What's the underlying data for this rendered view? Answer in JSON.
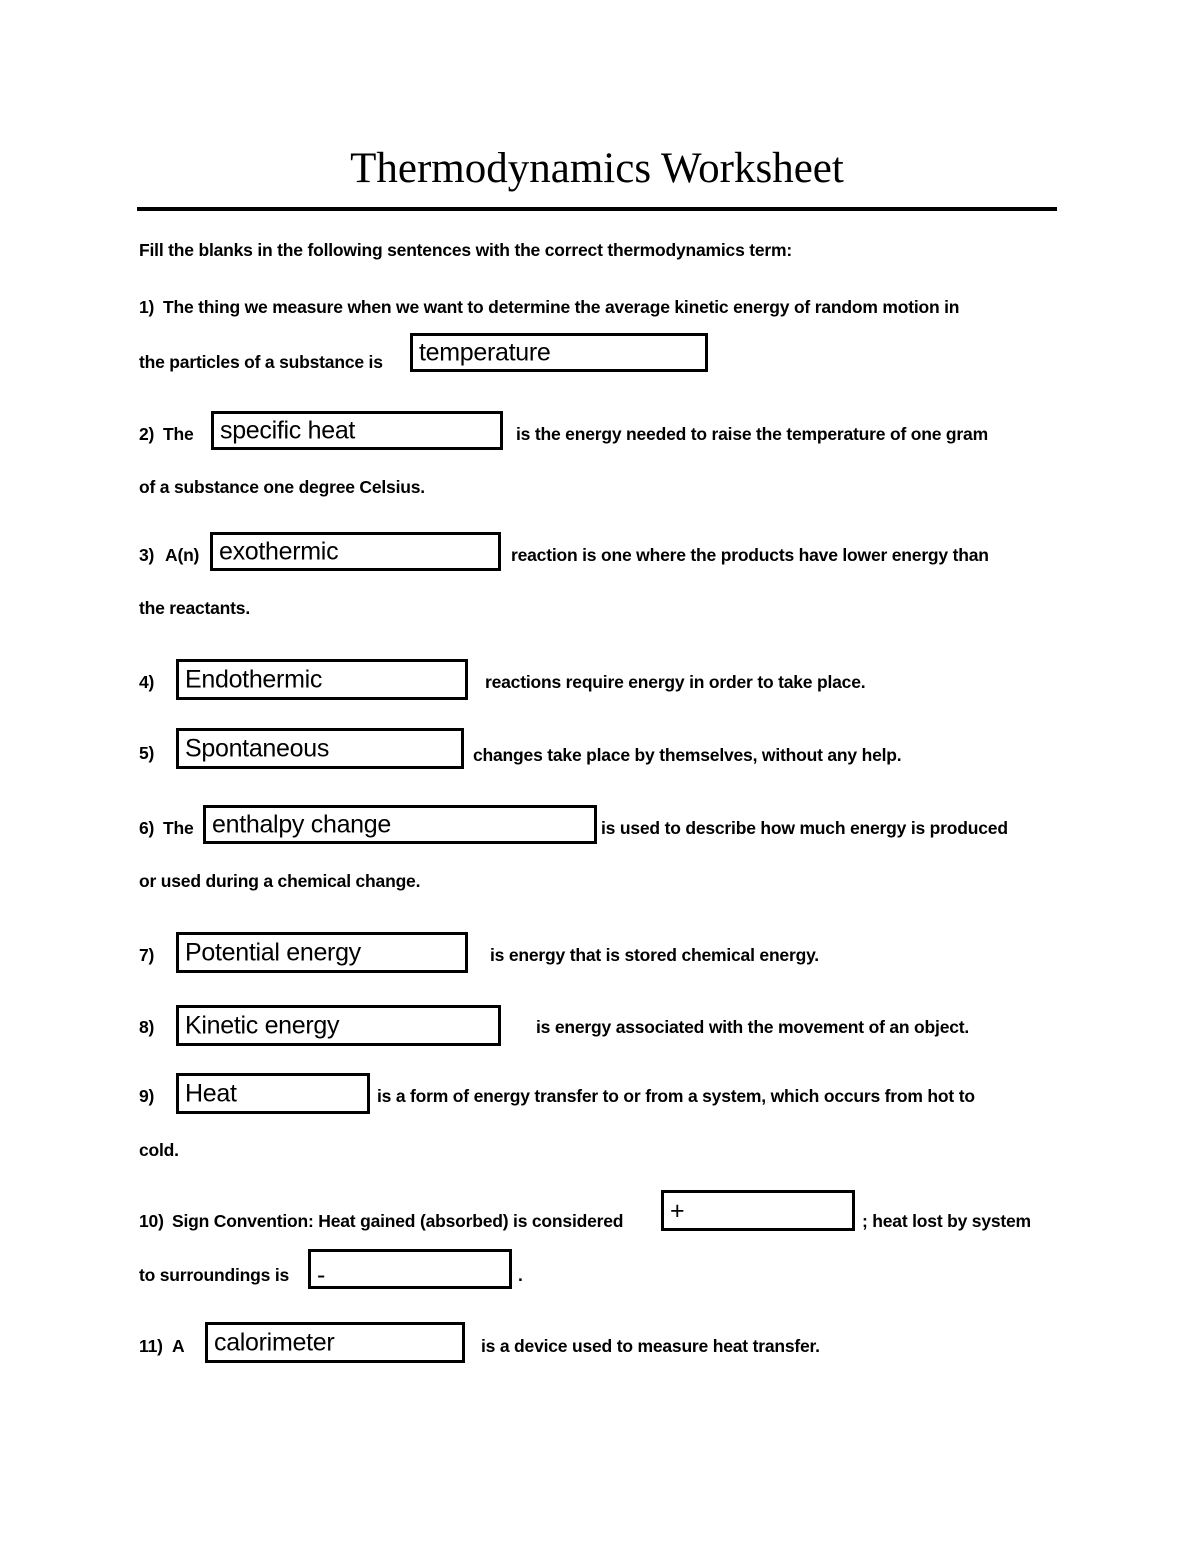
{
  "document": {
    "title": "Thermodynamics Worksheet",
    "instructions": "Fill the blanks in the following sentences with the correct thermodynamics term:"
  },
  "items": [
    {
      "number": "1)",
      "lead": "The thing we measure when we want to determine the average kinetic energy of random motion in",
      "line2_before": "the particles of a substance is",
      "answer": "temperature",
      "after": ""
    },
    {
      "number": "2)",
      "before": "The",
      "answer": "specific heat",
      "after": "is the energy needed to raise the temperature of one gram",
      "continuation": "of a substance one degree Celsius."
    },
    {
      "number": "3)",
      "before": "A(n)",
      "answer": "exothermic",
      "after": "reaction is one where the products have lower energy than",
      "continuation": "the reactants."
    },
    {
      "number": "4)",
      "before": "",
      "answer": "Endothermic",
      "after": "reactions require energy in order to take place."
    },
    {
      "number": "5)",
      "before": "",
      "answer": "Spontaneous",
      "after": "changes take place by themselves, without any help."
    },
    {
      "number": "6)",
      "before": "The",
      "answer": "enthalpy change",
      "after": "is used to describe how much energy is produced",
      "continuation": "or used during a chemical change."
    },
    {
      "number": "7)",
      "before": "",
      "answer": "Potential energy",
      "after": "is energy that is stored chemical energy."
    },
    {
      "number": "8)",
      "before": "",
      "answer": "Kinetic energy",
      "after": "is energy associated with the movement of an object."
    },
    {
      "number": "9)",
      "before": "",
      "answer": "Heat",
      "after": "is a form of energy transfer to or from a system, which occurs from hot to",
      "continuation": "cold."
    },
    {
      "number": "10)",
      "before": "Sign Convention: Heat gained (absorbed) is considered",
      "answer": "+",
      "after": "; heat lost by system",
      "line2_before": "to surroundings is",
      "answer2": "-",
      "line2_after": "."
    },
    {
      "number": "11)",
      "before": "A",
      "answer": "calorimeter",
      "after": "is a device used to measure heat transfer."
    }
  ]
}
